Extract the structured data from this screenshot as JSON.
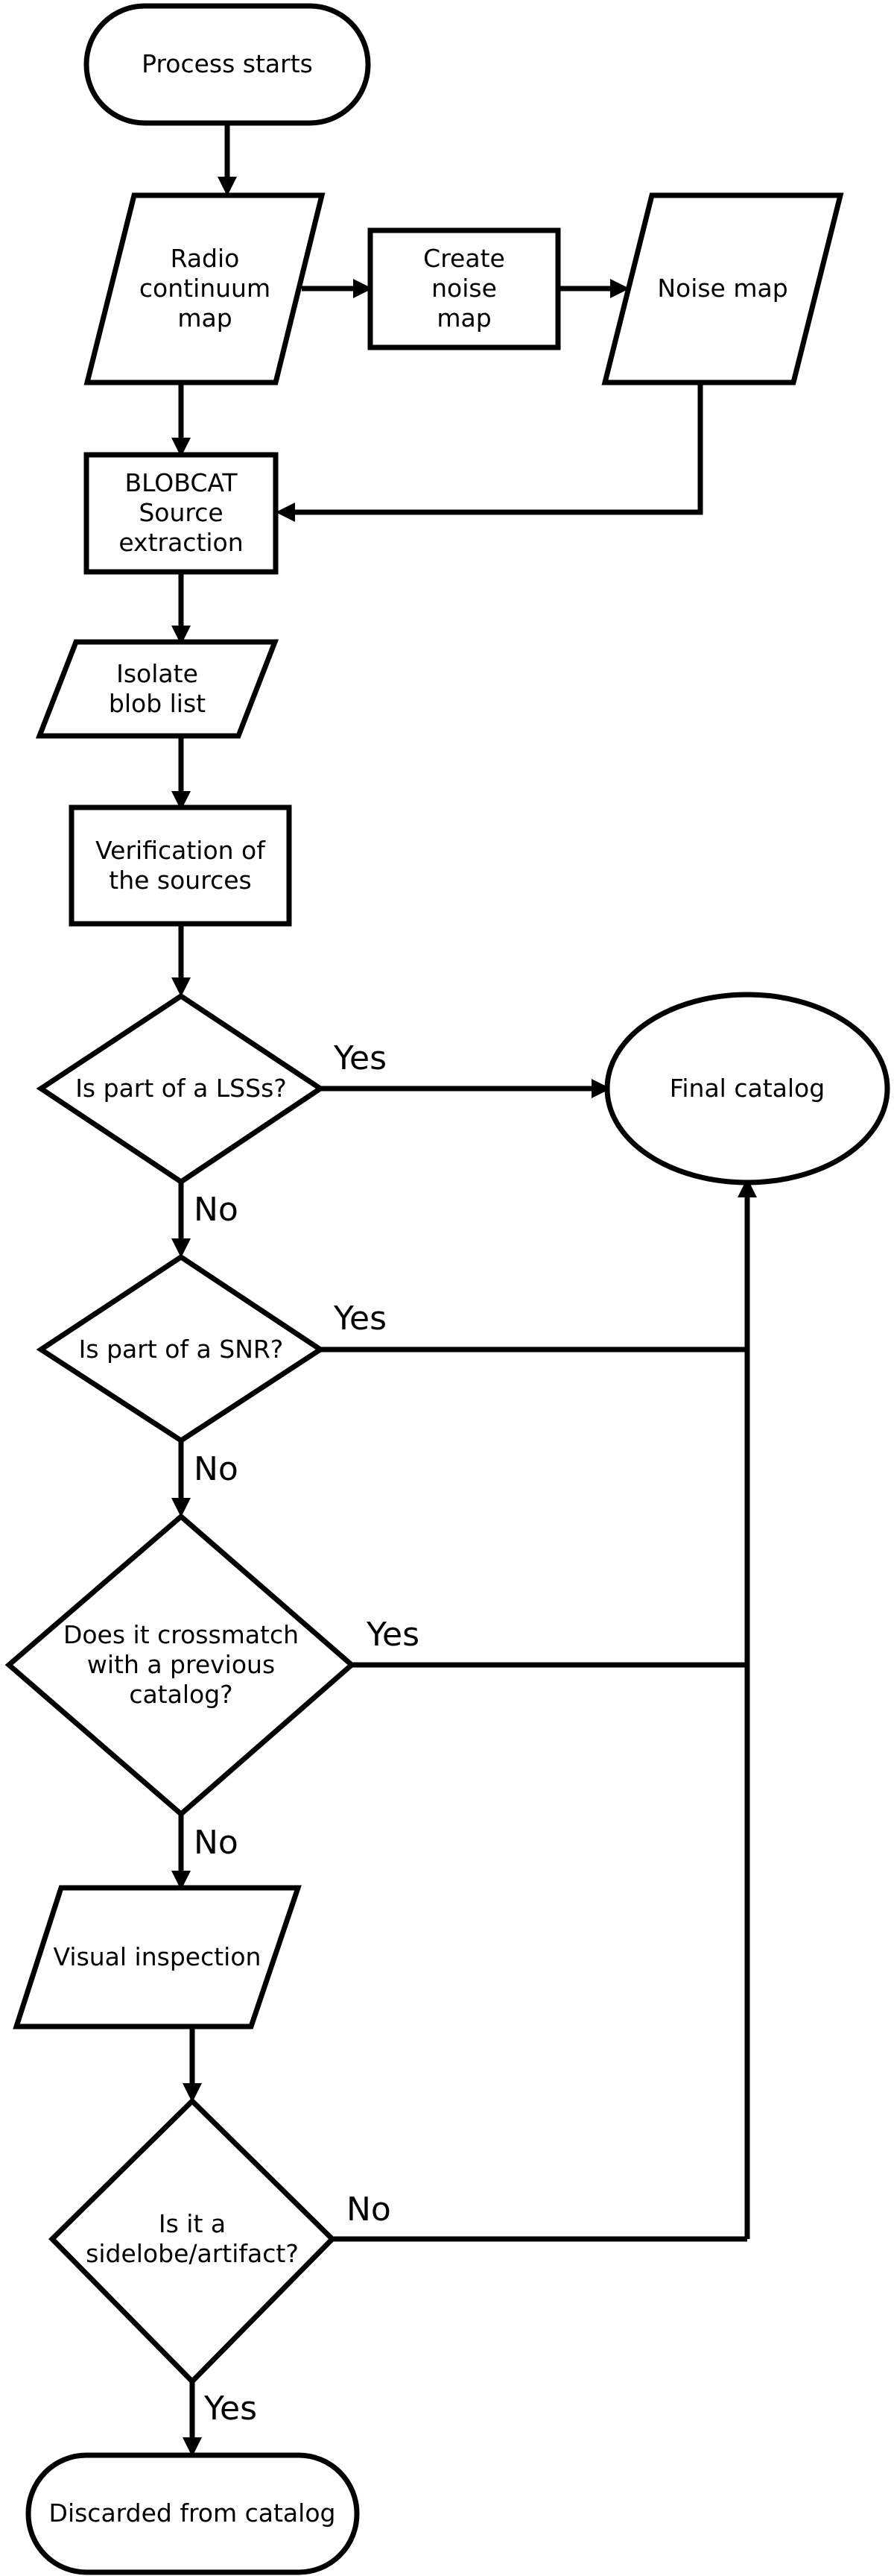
{
  "nodes": {
    "process_starts": [
      "Process starts"
    ],
    "radio_map": [
      "Radio",
      "continuum",
      "map"
    ],
    "create_noise_map": [
      "Create",
      "noise",
      "map"
    ],
    "noise_map": [
      "Noise map"
    ],
    "blobcat": [
      "BLOBCAT",
      "Source",
      "extraction"
    ],
    "isolate_blob": [
      "Isolate",
      "blob list"
    ],
    "verification": [
      "Verification of",
      "the sources"
    ],
    "is_lss": [
      "Is part of a LSSs?"
    ],
    "final_catalog": [
      "Final catalog"
    ],
    "is_snr": [
      "Is part of a SNR?"
    ],
    "crossmatch": [
      "Does it crossmatch",
      "with a previous",
      "catalog?"
    ],
    "visual_inspection": [
      "Visual inspection"
    ],
    "sidelobe": [
      "Is it a",
      "sidelobe/artifact?"
    ],
    "discarded": [
      "Discarded from catalog"
    ]
  },
  "edge_labels": {
    "lss_yes": "Yes",
    "lss_no": "No",
    "snr_yes": "Yes",
    "snr_no": "No",
    "crossmatch_yes": "Yes",
    "crossmatch_no": "No",
    "sidelobe_no": "No",
    "sidelobe_yes": "Yes"
  }
}
